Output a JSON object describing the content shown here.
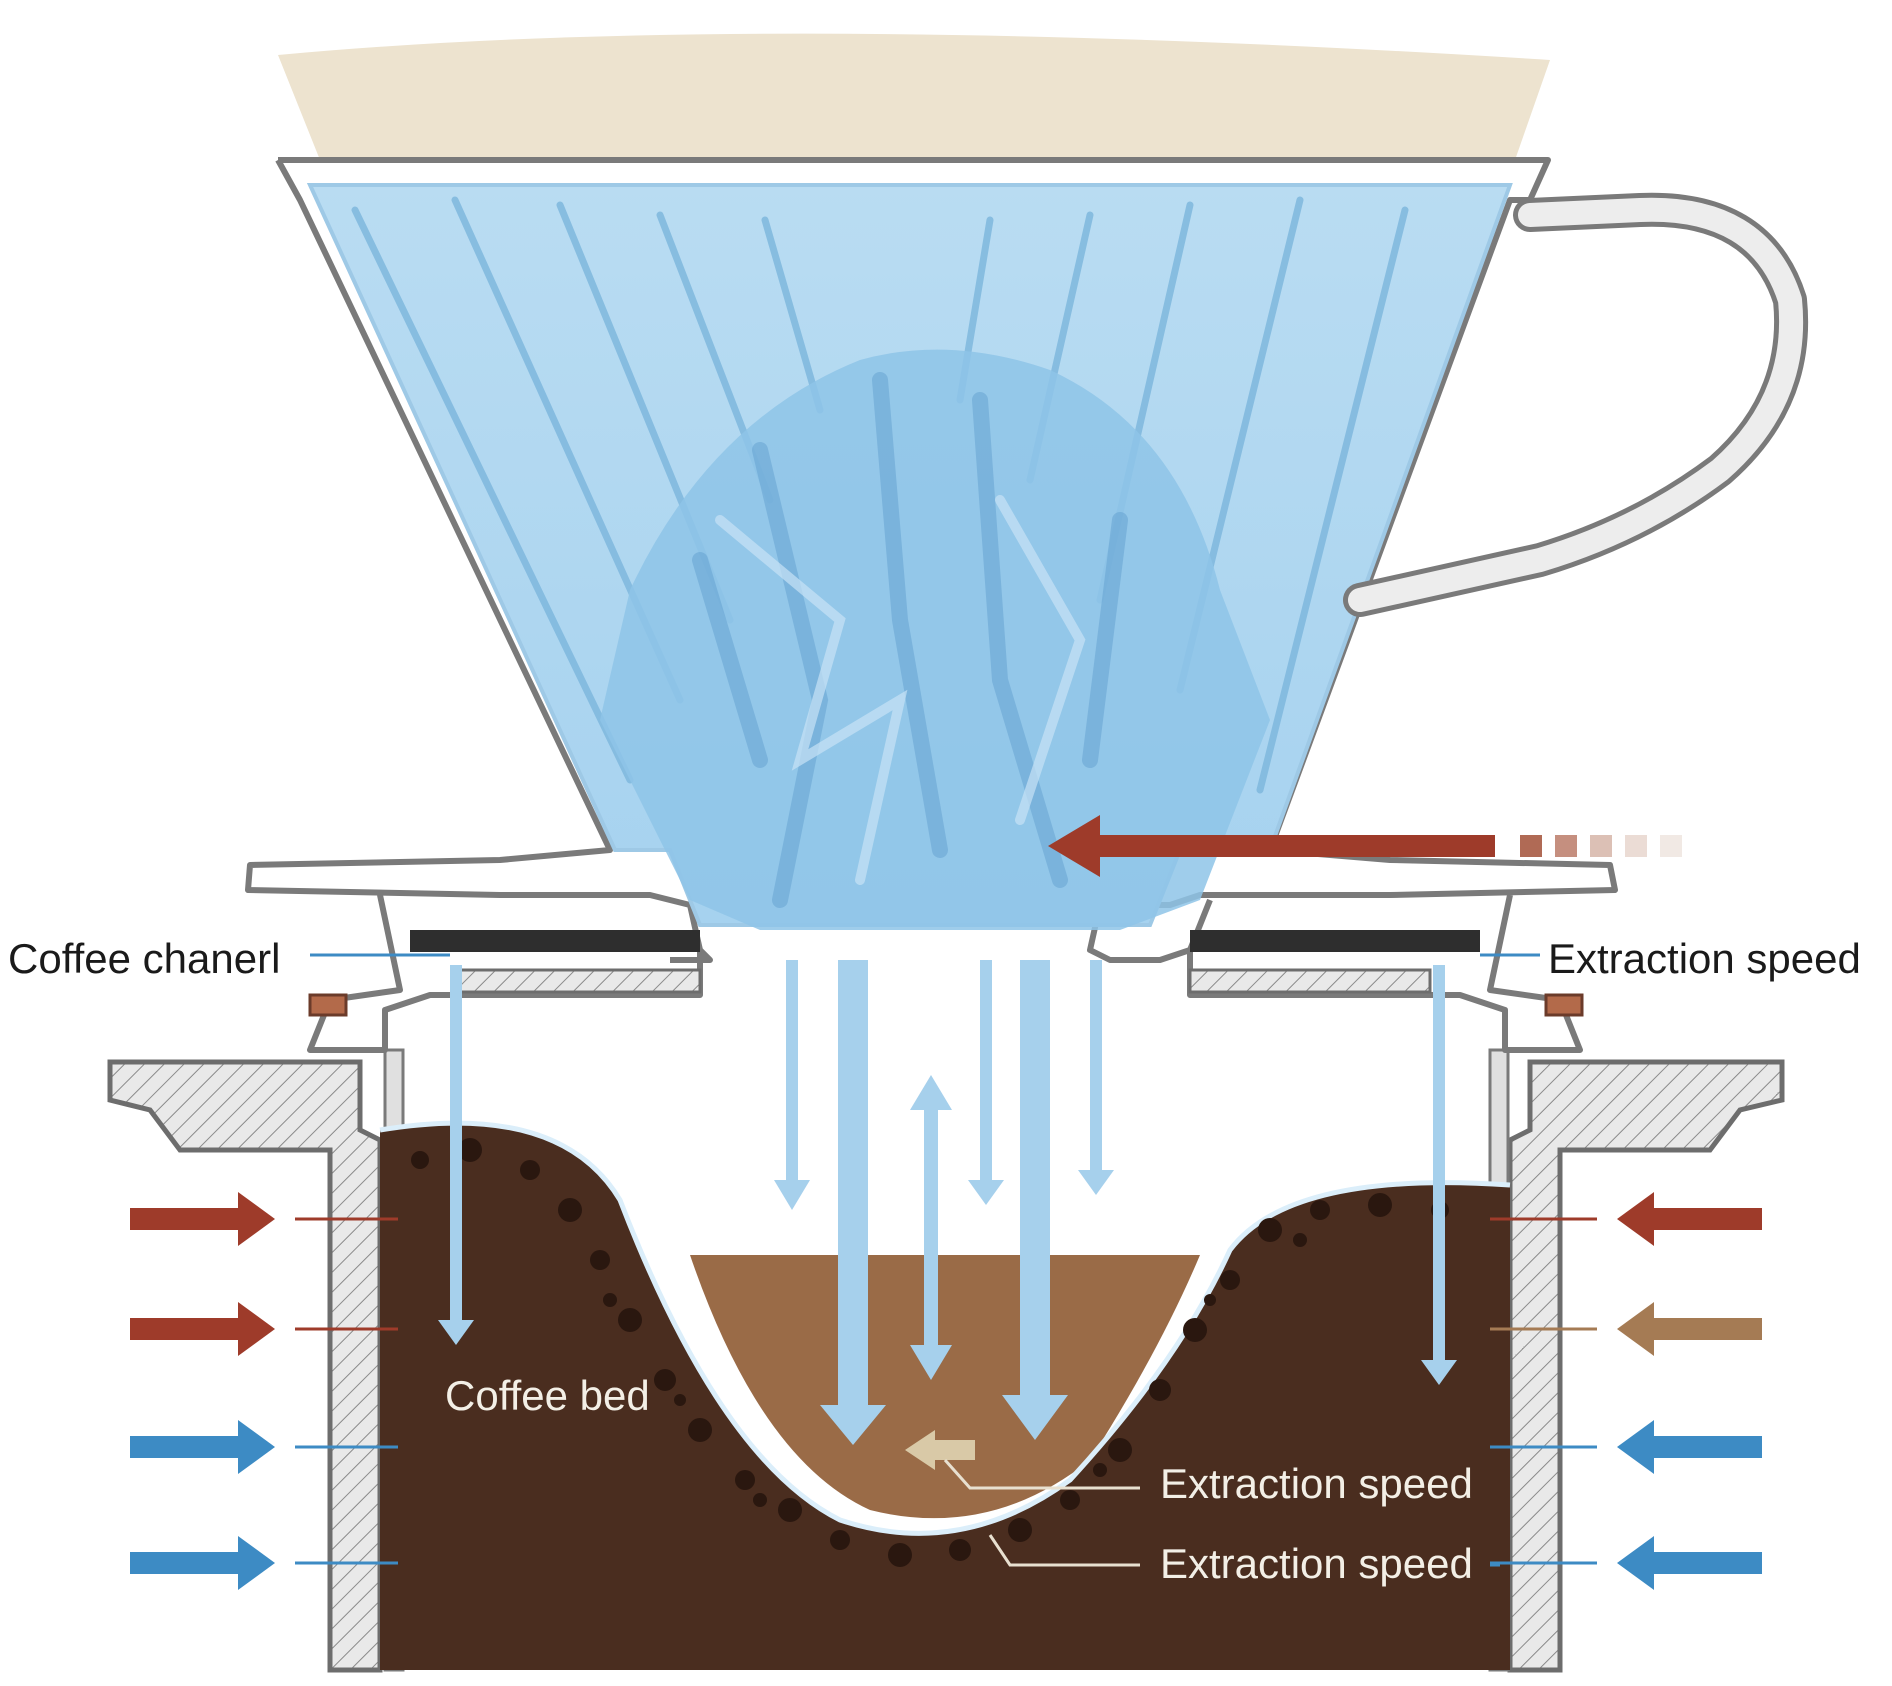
{
  "labels": {
    "coffee_channel": "Coffee chanerl",
    "extraction_speed_top": "Extraction speed",
    "coffee_bed": "Coffee bed",
    "extraction_speed_middle": "Extraction speed",
    "extraction_speed_bottom": "Extraction speed"
  },
  "colors": {
    "background": "#ffffff",
    "filter_paper": "#ede3cf",
    "water": "#a9d3ee",
    "water_dark": "#74afd9",
    "flow_arrow": "#a6d0ec",
    "coffee_grounds": "#4a2d1f",
    "brewed_coffee": "#9a6b47",
    "dripper_outline": "#7a7a7a",
    "arrow_red": "#9e3b2a",
    "arrow_tan": "#a57b54",
    "arrow_blue": "#3d8bc4"
  },
  "icons": {
    "side_arrows": "arrow-right-icon",
    "water_flow": "arrow-down-icon",
    "heat_input": "arrow-left-icon"
  }
}
